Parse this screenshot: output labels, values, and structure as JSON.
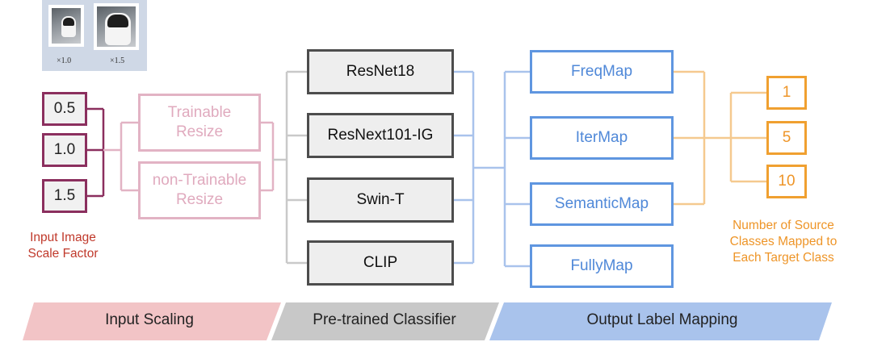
{
  "thumbnails": {
    "items": [
      {
        "caption": "×1.0"
      },
      {
        "caption": "×1.5"
      }
    ]
  },
  "input_scales": [
    "0.5",
    "1.0",
    "1.5"
  ],
  "resize_modules": [
    {
      "line1": "Trainable",
      "line2": "Resize"
    },
    {
      "line1": "non-Trainable",
      "line2": "Resize"
    }
  ],
  "input_scale_caption": {
    "line1": "Input Image",
    "line2": "Scale Factor"
  },
  "classifiers": [
    "ResNet18",
    "ResNext101-IG",
    "Swin-T",
    "CLIP"
  ],
  "mappings": [
    "FreqMap",
    "IterMap",
    "SemanticMap",
    "FullyMap"
  ],
  "source_class_counts": [
    "1",
    "5",
    "10"
  ],
  "source_class_caption": {
    "line1": "Number of Source",
    "line2": "Classes Mapped to",
    "line3": "Each Target Class"
  },
  "stages": [
    "Input Scaling",
    "Pre-trained Classifier",
    "Output Label Mapping"
  ],
  "colors": {
    "scale_border": "#8b2f5e",
    "resize": "#e2b3c4",
    "classifier_border": "#4d4d4d",
    "mapping": "#5f96e0",
    "count": "#f0a030",
    "caption_red": "#c0392b",
    "band_pink": "#f2c4c6",
    "band_gray": "#c8c8c8",
    "band_blue": "#a9c3ec"
  }
}
